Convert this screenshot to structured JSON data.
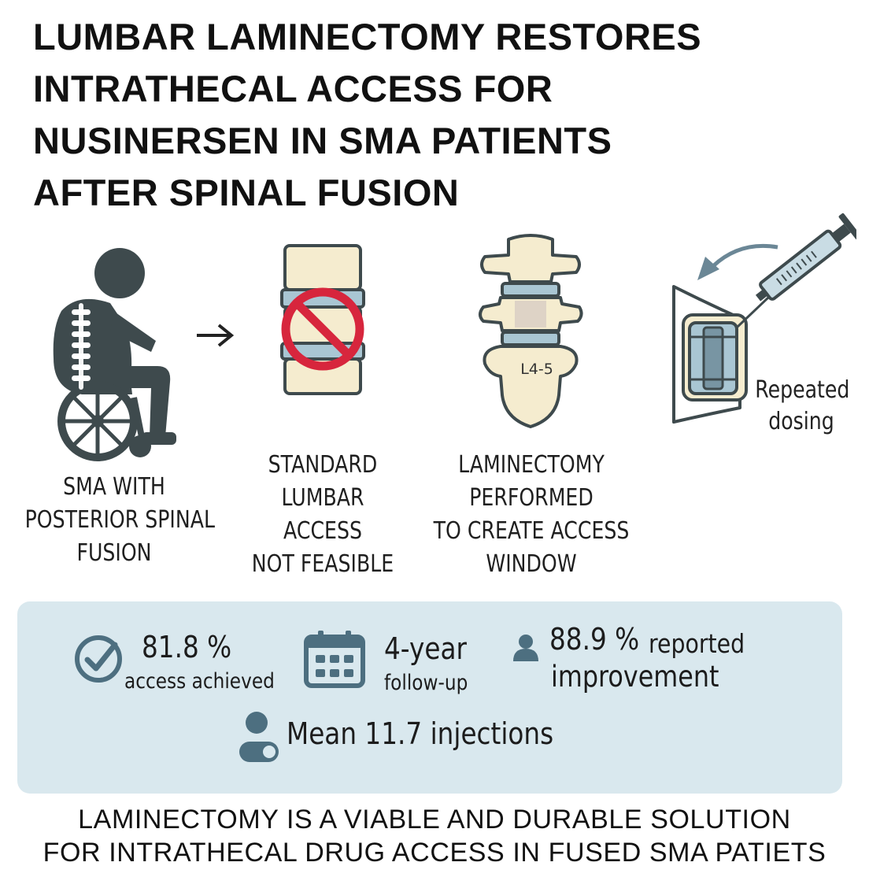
{
  "title": {
    "line1": "LUMBAR LAMINECTOMY RESTORES",
    "line2": "INTRATHECAL ACCESS FOR",
    "line3": "NUSINERSEN IN SMA PATIENTS",
    "line4": "AFTER SPINAL FUSION"
  },
  "steps": [
    {
      "lines": [
        "SMA WITH",
        "POSTERIOR SPINAL",
        "FUSION"
      ],
      "icon": "wheelchair-patient-icon"
    },
    {
      "lines": [
        "STANDARD",
        "LUMBAR",
        "ACCESS",
        "NOT FEASIBLE"
      ],
      "icon": "blocked-spine-icon"
    },
    {
      "lines": [
        "LAMINECTOMY",
        "PERFORMED",
        "TO CREATE ACCESS",
        "WINDOW"
      ],
      "icon": "laminectomy-spine-icon",
      "vertebra_label": "L4-5"
    },
    {
      "lines": [
        "Repeated",
        "dosing"
      ],
      "icon": "syringe-injection-icon"
    }
  ],
  "stats": {
    "access": {
      "value": "81.8 %",
      "label": "access achieved",
      "icon": "check-circle-icon"
    },
    "followup": {
      "value": "4-year",
      "label": "follow-up",
      "icon": "calendar-icon"
    },
    "improvement": {
      "value": "88.9 %",
      "label_inline": "reported",
      "label": "improvement",
      "icon": "person-icon"
    },
    "injections": {
      "text": "Mean 11.7 injections",
      "icon": "user-toggle-icon"
    }
  },
  "footer": {
    "line1": "LAMINECTOMY IS A VIABLE AND DURABLE SOLUTION",
    "line2": "FOR INTRATHECAL DRUG ACCESS IN FUSED SMA PATIETS"
  },
  "colors": {
    "panel": "#d9e8ee",
    "icon_dark": "#3e4a4d",
    "icon_blue": "#4d6f80",
    "bone": "#f5eccf",
    "disc": "#a9c6d3",
    "prohibit": "#d7263d"
  }
}
